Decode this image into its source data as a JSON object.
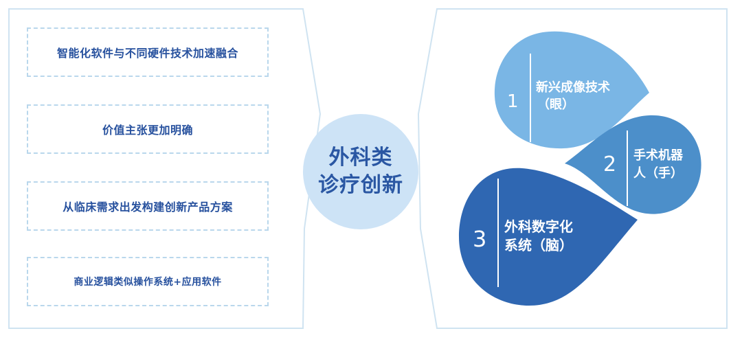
{
  "center": {
    "line1": "外科类",
    "line2": "诊疗创新"
  },
  "left_items": [
    "智能化软件与不同硬件技术加速融合",
    "价值主张更加明确",
    "从临床需求出发构建创新产品方案",
    "商业逻辑类似操作系统+应用软件"
  ],
  "right_items": [
    {
      "number": "1",
      "line1": "新兴成像技术",
      "line2": "（眼）",
      "color": "#7ab6e5"
    },
    {
      "number": "2",
      "line1": "手术机器",
      "line2": "人（手）",
      "color": "#4c8fca"
    },
    {
      "number": "3",
      "line1": "外科数字化",
      "line2": "系统（脑）",
      "color": "#2f67b2"
    }
  ],
  "colors": {
    "frame_border": "#cfe3f1",
    "dashed_border": "#b9d7ec",
    "text_blue": "#27519e",
    "hub_fill": "#cde3f6"
  }
}
